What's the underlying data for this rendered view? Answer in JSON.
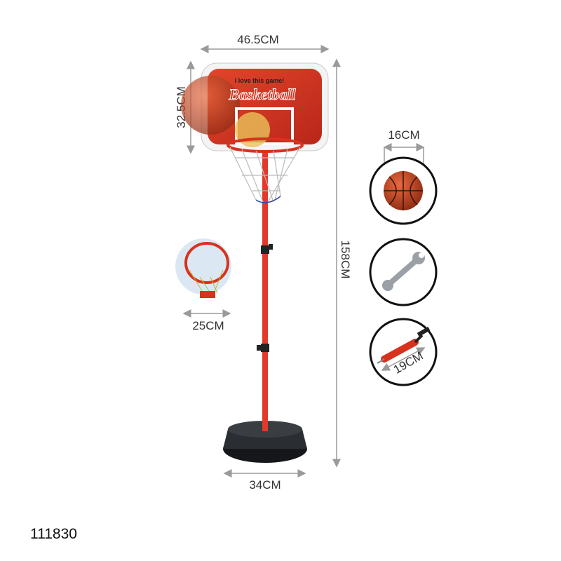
{
  "product_code": "111830",
  "dimensions": {
    "backboard_width": "46.5CM",
    "backboard_height": "32.5CM",
    "total_height": "158CM",
    "base_width": "34CM",
    "hoop_diameter": "25CM",
    "ball_diameter": "16CM",
    "pump_length": "19CM"
  },
  "backboard": {
    "slogan": "I love this game!",
    "title": "Basketball"
  },
  "accessories": [
    "ball-icon",
    "wrench-icon",
    "pump-icon"
  ],
  "colors": {
    "red": "#d8321e",
    "pole": "#e23a2a",
    "base": "#1f2226",
    "dim_line": "#9a9a9a"
  }
}
